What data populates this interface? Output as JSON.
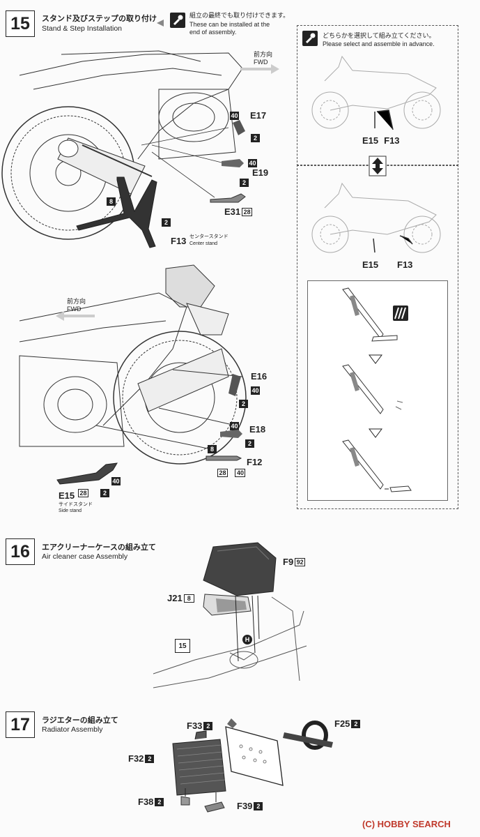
{
  "step15": {
    "number": "15",
    "title_jp": "スタンド及びステップの取り付け",
    "title_en": "Stand & Step Installation",
    "note_jp": "組立の最終でも取り付けできます。",
    "note_en_1": "These can be installed at the",
    "note_en_2": "end of assembly.",
    "fwd_jp": "前方向",
    "fwd_en": "FWD",
    "upper_parts": [
      {
        "part": "E17",
        "color": "40",
        "qty": "2"
      },
      {
        "part": "E19",
        "color": "40",
        "qty": "2"
      },
      {
        "part": "E31",
        "color": "28"
      },
      {
        "part": "F13",
        "qty_left": "8",
        "qty_right": "2",
        "jp": "センタースタンド",
        "en": "Center stand"
      }
    ],
    "lower_parts": [
      {
        "part": "E16",
        "color": "40",
        "qty": "2"
      },
      {
        "part": "E18",
        "color": "40",
        "qty": "2"
      },
      {
        "part": "F12",
        "colors": [
          "8",
          "28",
          "40"
        ]
      },
      {
        "part": "E15",
        "colors": [
          "28",
          "2",
          "40"
        ],
        "jp": "サイドスタンド",
        "en": "Side stand"
      }
    ],
    "choice_jp": "どちらかを選択して組み立てください。",
    "choice_en": "Please select and assemble in advance.",
    "option_a": [
      "E15",
      "F13"
    ],
    "option_b": [
      "E15",
      "F13"
    ]
  },
  "step16": {
    "number": "16",
    "title_jp": "エアクリーナーケースの組み立て",
    "title_en": "Air cleaner case Assembly",
    "parts": [
      {
        "part": "F9",
        "color": "92"
      },
      {
        "part": "J21",
        "color": "8"
      }
    ],
    "ref_step": "15",
    "marker": "H"
  },
  "step17": {
    "number": "17",
    "title_jp": "ラジエターの組み立て",
    "title_en": "Radiator Assembly",
    "parts": [
      {
        "part": "F33",
        "qty": "2"
      },
      {
        "part": "F25",
        "qty": "2"
      },
      {
        "part": "F32",
        "qty": "2"
      },
      {
        "part": "F38",
        "qty": "2"
      },
      {
        "part": "F39",
        "qty": "2"
      }
    ]
  },
  "watermark": "(C) HOBBY SEARCH",
  "icons": [
    "wrench-icon",
    "arrow-up-down-icon",
    "checkered-icon",
    "arrow-down-icon"
  ],
  "colors": {
    "ink": "#222222",
    "paper": "#fbfbfb",
    "watermark": "#c0392b"
  }
}
